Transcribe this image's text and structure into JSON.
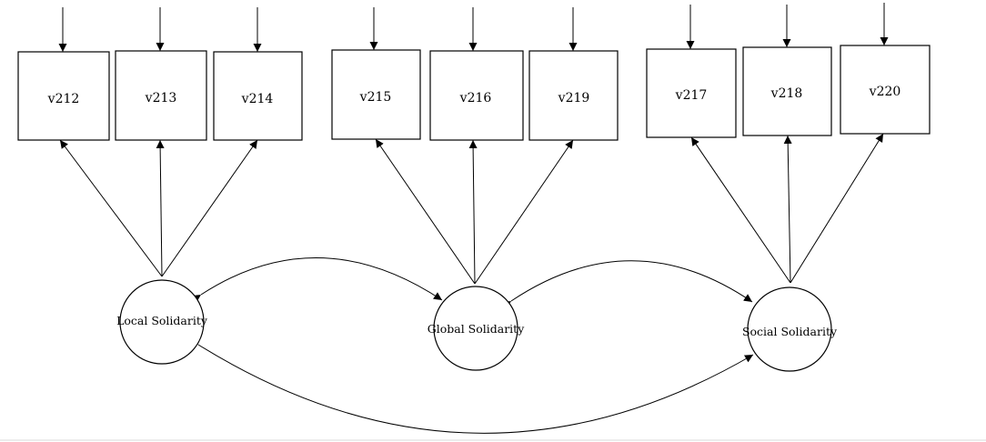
{
  "diagram": {
    "indicators": [
      {
        "id": "v212",
        "label": "v212",
        "factor": "local"
      },
      {
        "id": "v213",
        "label": "v213",
        "factor": "local"
      },
      {
        "id": "v214",
        "label": "v214",
        "factor": "local"
      },
      {
        "id": "v215",
        "label": "v215",
        "factor": "global"
      },
      {
        "id": "v216",
        "label": "v216",
        "factor": "global"
      },
      {
        "id": "v219",
        "label": "v219",
        "factor": "global"
      },
      {
        "id": "v217",
        "label": "v217",
        "factor": "social"
      },
      {
        "id": "v218",
        "label": "v218",
        "factor": "social"
      },
      {
        "id": "v220",
        "label": "v220",
        "factor": "social"
      }
    ],
    "factors": [
      {
        "id": "local",
        "label": "Local Solidarity"
      },
      {
        "id": "global",
        "label": "Global Solidarity"
      },
      {
        "id": "social",
        "label": "Social Solidarity"
      }
    ],
    "covariances": [
      [
        "local",
        "global"
      ],
      [
        "global",
        "social"
      ],
      [
        "local",
        "social"
      ]
    ],
    "colors": {
      "line": "#000000",
      "background": "#ffffff"
    }
  }
}
